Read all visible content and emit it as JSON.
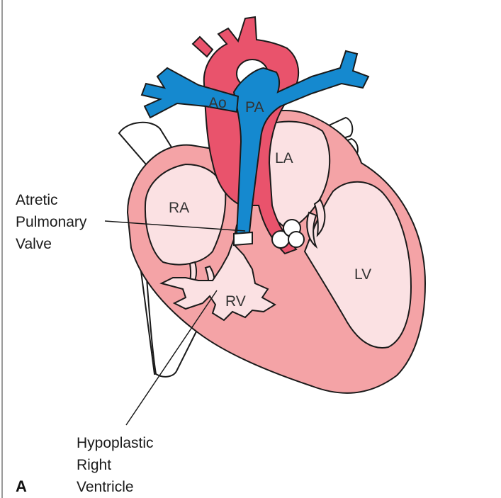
{
  "panel_letter": "A",
  "labels": {
    "aorta": "Ao",
    "pulmonary_artery": "PA",
    "left_atrium": "LA",
    "right_atrium": "RA",
    "right_ventricle": "RV",
    "left_ventricle": "LV"
  },
  "callouts": {
    "atretic_valve": [
      "Atretic",
      "Pulmonary",
      "Valve"
    ],
    "hypoplastic_rv": [
      "Hypoplastic",
      "Right",
      "Ventricle"
    ]
  },
  "colors": {
    "myocardium": "#f4a3a6",
    "outline": "#1a1a1a",
    "chamber_fill": "#fbe1e3",
    "aorta": "#e9536c",
    "pulmonary": "#1589cf",
    "vessel_white": "#ffffff"
  }
}
